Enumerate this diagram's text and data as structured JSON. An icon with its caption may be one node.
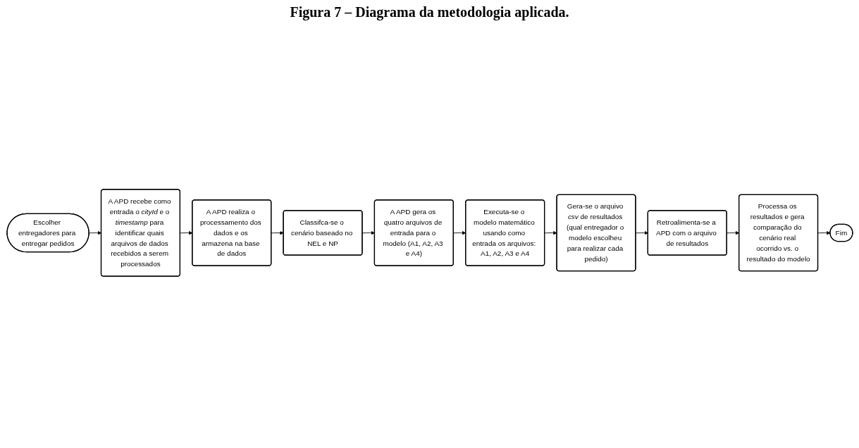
{
  "diagram": {
    "title": "Figura 7 – Diagrama da metodologia aplicada.",
    "nodes": [
      {
        "text": [
          "Escolher entregadores para entregar pedidos"
        ]
      },
      {
        "text": [
          "A APD recebe como entrada o *cityId* e o *timestamp* para identificar quais arquivos de dados recebidos a serem processados"
        ]
      },
      {
        "text": [
          "A APD realiza o processamento dos dados e os armazena na base de dados"
        ]
      },
      {
        "text": [
          "Classifca-se o cenário baseado no NEL e NP"
        ]
      },
      {
        "text": [
          "A APD gera os quatro arquivos de entrada para o modelo (A1, A2, A3 e A4)"
        ]
      },
      {
        "text": [
          "Executa-se o modelo matemático usando como entrada os arquivos: A1, A2, A3 e A4"
        ]
      },
      {
        "text": [
          "Gera-se o arquivo *csv* de resultados (qual entregador o modelo escolheu para realizar cada pedido)"
        ]
      },
      {
        "text": [
          "Retroalimenta-se a APD com o arquivo de resultados"
        ]
      },
      {
        "text": [
          "Processa os resultados e gera comparação do cenário real ocorrido vs. o resultado do modelo"
        ]
      },
      {
        "text": [
          "Fim"
        ]
      }
    ],
    "edges": [
      {
        "from": 0,
        "to": 1,
        "arrow": "to"
      },
      {
        "from": 1,
        "to": 2,
        "arrow": "to"
      },
      {
        "from": 2,
        "to": 3,
        "arrow": "to"
      },
      {
        "from": 3,
        "to": 4,
        "arrow": "to"
      },
      {
        "from": 4,
        "to": 5,
        "arrow": "to"
      },
      {
        "from": 5,
        "to": 6,
        "arrow": "to"
      },
      {
        "from": 6,
        "to": 7,
        "arrow": "to"
      },
      {
        "from": 7,
        "to": 8,
        "arrow": "to"
      },
      {
        "from": 8,
        "to": 9,
        "arrow": "to"
      }
    ]
  }
}
